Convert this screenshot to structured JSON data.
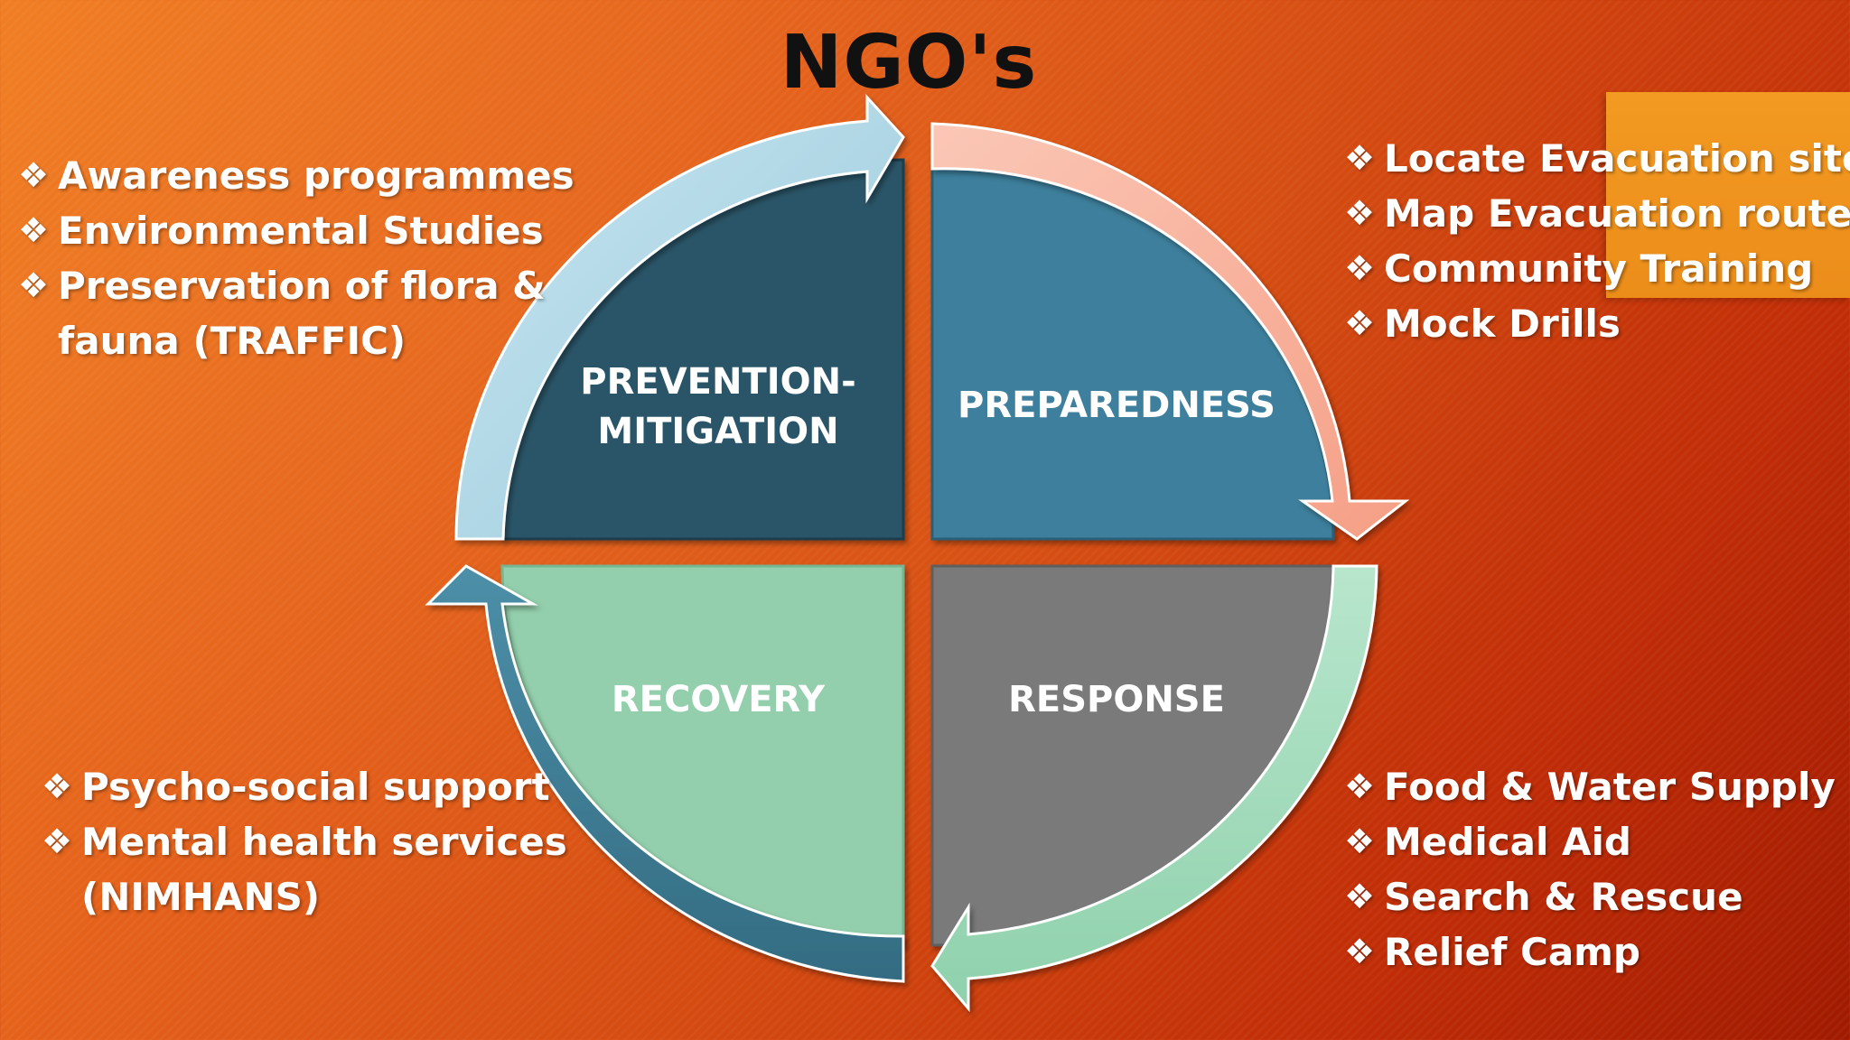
{
  "title": "NGO's",
  "segments": {
    "prevention": {
      "line1": "PREVENTION-",
      "line2": "MITIGATION"
    },
    "preparedness": "PREPAREDNESS",
    "recovery": "RECOVERY",
    "response": "RESPONSE"
  },
  "lists": {
    "prevention": [
      "Awareness programmes",
      "Environmental Studies",
      "Preservation of flora &",
      "fauna (TRAFFIC)"
    ],
    "preparedness": [
      "Locate Evacuation sites",
      "Map Evacuation routes",
      "Community Training",
      "Mock Drills"
    ],
    "recovery": [
      "Psycho-social support",
      "Mental health services",
      "(NIMHANS)"
    ],
    "response": [
      "Food & Water Supply",
      "Medical Aid",
      "Search & Rescue",
      "Relief Camp"
    ]
  },
  "bullet_glyph": "❖",
  "colors": {
    "prevention": "#2b5468",
    "preparedness": "#3e7f9c",
    "recovery": "#93cfac",
    "response": "#7a7a7a",
    "arrow_top_left": "#a9d4e4",
    "arrow_top_right": "#f7b19c",
    "arrow_bottom_right": "#a1dcbc",
    "arrow_bottom_left": "#3f7f98",
    "accent_box": "#f0941e"
  }
}
